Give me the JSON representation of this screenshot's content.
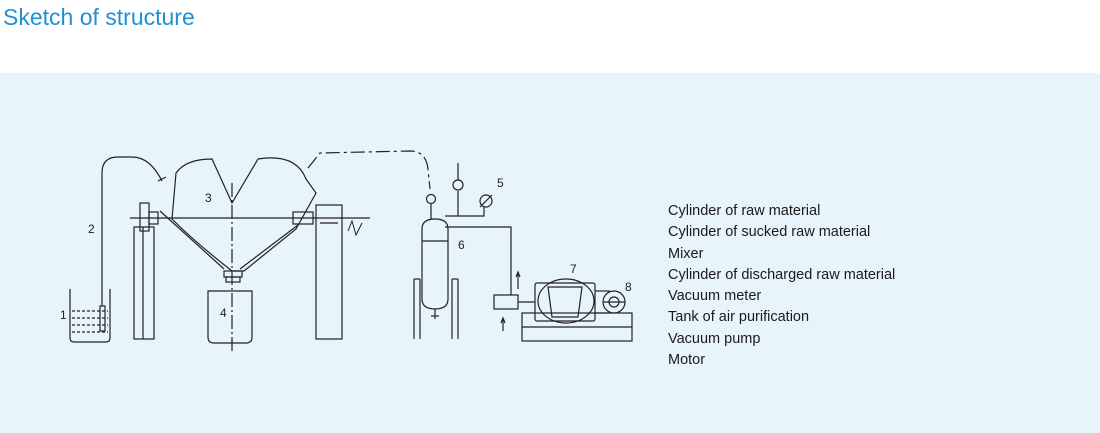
{
  "title": "Sketch of structure",
  "colors": {
    "title": "#1f8fd6",
    "panel_bg": "#e8f4fc",
    "line": "#222222"
  },
  "labels": [
    "1",
    "2",
    "3",
    "4",
    "5",
    "6",
    "7",
    "8"
  ],
  "legend": [
    "Cylinder of raw material",
    "Cylinder of sucked raw material",
    "Mixer",
    "Cylinder of discharged raw material",
    "Vacuum meter",
    "Tank of air purification",
    "Vacuum pump",
    "Motor"
  ]
}
